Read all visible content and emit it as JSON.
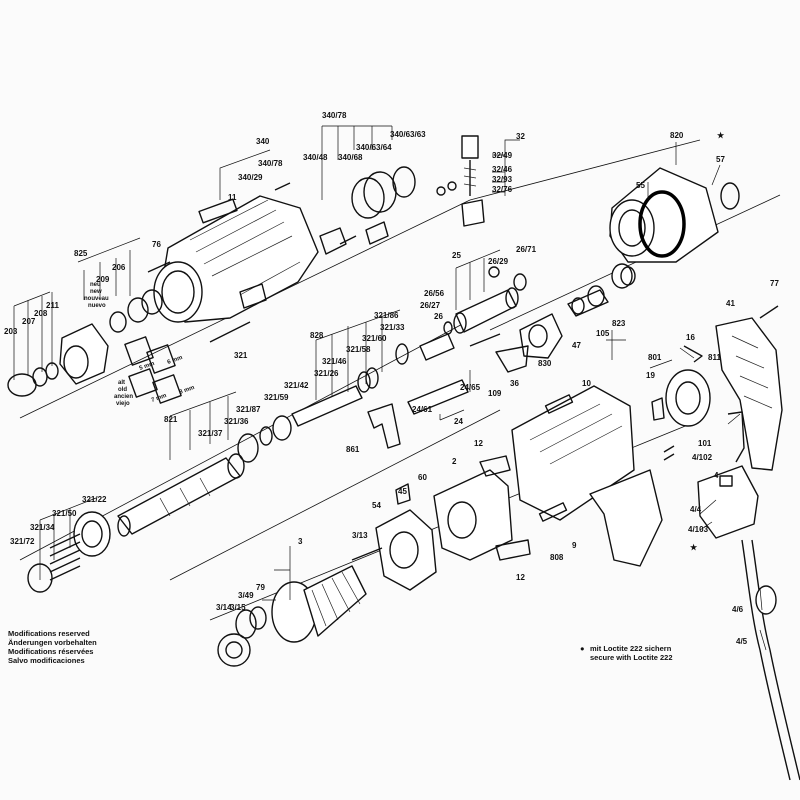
{
  "diagram": {
    "labels": [
      {
        "id": "l340",
        "text": "340"
      },
      {
        "id": "l340-78a",
        "text": "340/78"
      },
      {
        "id": "l340-29",
        "text": "340/29"
      },
      {
        "id": "l340-78b",
        "text": "340/78"
      },
      {
        "id": "l340-48",
        "text": "340/48"
      },
      {
        "id": "l340-68",
        "text": "340/68"
      },
      {
        "id": "l340-63-64",
        "text": "340/63/64"
      },
      {
        "id": "l340-63-63",
        "text": "340/63/63"
      },
      {
        "id": "l11",
        "text": "11"
      },
      {
        "id": "l76",
        "text": "76"
      },
      {
        "id": "l825",
        "text": "825"
      },
      {
        "id": "l209",
        "text": "209"
      },
      {
        "id": "l206",
        "text": "206"
      },
      {
        "id": "l211",
        "text": "211"
      },
      {
        "id": "l208",
        "text": "208"
      },
      {
        "id": "l207",
        "text": "207"
      },
      {
        "id": "l203",
        "text": "203"
      },
      {
        "id": "l32",
        "text": "32"
      },
      {
        "id": "l32-49",
        "text": "32/49"
      },
      {
        "id": "l32-46",
        "text": "32/46"
      },
      {
        "id": "l32-93",
        "text": "32/93"
      },
      {
        "id": "l32-76",
        "text": "32/76"
      },
      {
        "id": "l820",
        "text": "820"
      },
      {
        "id": "l57",
        "text": "57"
      },
      {
        "id": "l55",
        "text": "55"
      },
      {
        "id": "l25",
        "text": "25"
      },
      {
        "id": "l26-29",
        "text": "26/29"
      },
      {
        "id": "l26-71",
        "text": "26/71"
      },
      {
        "id": "l26-56",
        "text": "26/56"
      },
      {
        "id": "l26-27",
        "text": "26/27"
      },
      {
        "id": "l26",
        "text": "26"
      },
      {
        "id": "l321-86",
        "text": "321/86"
      },
      {
        "id": "l321-33",
        "text": "321/33"
      },
      {
        "id": "l321-60",
        "text": "321/60"
      },
      {
        "id": "l321-58",
        "text": "321/58"
      },
      {
        "id": "l321-46",
        "text": "321/46"
      },
      {
        "id": "l321-26",
        "text": "321/26"
      },
      {
        "id": "l321-42",
        "text": "321/42"
      },
      {
        "id": "l321-59",
        "text": "321/59"
      },
      {
        "id": "l321-87",
        "text": "321/87"
      },
      {
        "id": "l321-36",
        "text": "321/36"
      },
      {
        "id": "l321-37",
        "text": "321/37"
      },
      {
        "id": "l321",
        "text": "321"
      },
      {
        "id": "l828",
        "text": "828"
      },
      {
        "id": "l821",
        "text": "821"
      },
      {
        "id": "l321-22",
        "text": "321/22"
      },
      {
        "id": "l321-50",
        "text": "321/50"
      },
      {
        "id": "l321-34",
        "text": "321/34"
      },
      {
        "id": "l321-72",
        "text": "321/72"
      },
      {
        "id": "l47",
        "text": "47"
      },
      {
        "id": "l105",
        "text": "105"
      },
      {
        "id": "l823",
        "text": "823"
      },
      {
        "id": "l830",
        "text": "830"
      },
      {
        "id": "l36",
        "text": "36"
      },
      {
        "id": "l24-65",
        "text": "24/65"
      },
      {
        "id": "l24-61",
        "text": "24/61"
      },
      {
        "id": "l24",
        "text": "24"
      },
      {
        "id": "l109",
        "text": "109"
      },
      {
        "id": "l861",
        "text": "861"
      },
      {
        "id": "l77",
        "text": "77"
      },
      {
        "id": "l41",
        "text": "41"
      },
      {
        "id": "l16",
        "text": "16"
      },
      {
        "id": "l811",
        "text": "811"
      },
      {
        "id": "l801",
        "text": "801"
      },
      {
        "id": "l19",
        "text": "19"
      },
      {
        "id": "l10",
        "text": "10"
      },
      {
        "id": "l101",
        "text": "101"
      },
      {
        "id": "l4-102",
        "text": "4/102"
      },
      {
        "id": "l4",
        "text": "4"
      },
      {
        "id": "l4-4",
        "text": "4/4"
      },
      {
        "id": "l4-103",
        "text": "4/103"
      },
      {
        "id": "l12a",
        "text": "12"
      },
      {
        "id": "l2",
        "text": "2"
      },
      {
        "id": "l60",
        "text": "60"
      },
      {
        "id": "l45",
        "text": "45"
      },
      {
        "id": "l54",
        "text": "54"
      },
      {
        "id": "l3-13",
        "text": "3/13"
      },
      {
        "id": "l3",
        "text": "3"
      },
      {
        "id": "l808",
        "text": "808"
      },
      {
        "id": "l9",
        "text": "9"
      },
      {
        "id": "l12b",
        "text": "12"
      },
      {
        "id": "l79",
        "text": "79"
      },
      {
        "id": "l3-49",
        "text": "3/49"
      },
      {
        "id": "l3-15",
        "text": "3/15"
      },
      {
        "id": "l3-14",
        "text": "3/14"
      },
      {
        "id": "l4-6",
        "text": "4/6"
      },
      {
        "id": "l4-5",
        "text": "4/5"
      }
    ],
    "small_texts": {
      "neu": "neu",
      "new": "new",
      "nouveau": "nouveau",
      "nuevo": "nuevo",
      "alt": "alt",
      "old": "old",
      "ancien": "ancien",
      "viejo": "viejo",
      "mm5": "5 mm",
      "mm6": "6 mm",
      "mm7": "7 mm",
      "mm8": "8 mm"
    },
    "notes": {
      "modifications": [
        "Modifications reserved",
        "Änderungen vorbehalten",
        "Modifications réservées",
        "Salvo modificaciones"
      ],
      "loctite": [
        "mit Loctite 222 sichern",
        "secure with Loctite 222"
      ],
      "loctite_marker": "●",
      "star_marker": "★"
    }
  }
}
